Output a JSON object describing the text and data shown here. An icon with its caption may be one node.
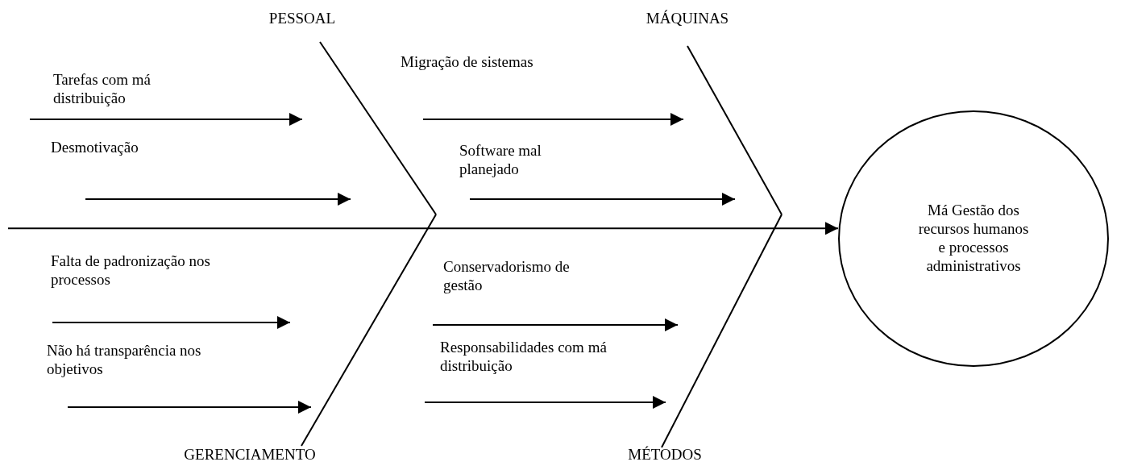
{
  "diagram": {
    "nodes": [
      {
        "text": [
          "PESSOAL"
        ]
      },
      {
        "text": [
          "MÁQUINAS"
        ]
      },
      {
        "text": [
          "Tarefas com má distribuição"
        ]
      },
      {
        "text": [
          "Migração de sistemas"
        ]
      },
      {
        "text": [
          "Desmotivação"
        ]
      },
      {
        "text": [
          "Software mal planejado"
        ]
      },
      {
        "text": [
          "Má Gestão dos recursos humanos e processos administrativos"
        ]
      },
      {
        "text": [
          "Falta de padronização nos processos"
        ]
      },
      {
        "text": [
          "Conservadorismo de gestão"
        ]
      },
      {
        "text": [
          "Não há transparência nos objetivos"
        ]
      },
      {
        "text": [
          "Responsabilidades com má distribuição"
        ]
      },
      {
        "text": [
          "GERENCIAMENTO"
        ]
      },
      {
        "text": [
          "MÉTODOS"
        ]
      }
    ],
    "edges": [
      {
        "from": null,
        "to": 6,
        "arrow": "to"
      },
      {
        "from": 0,
        "to": null,
        "arrow": "none"
      },
      {
        "from": 1,
        "to": null,
        "arrow": "none"
      },
      {
        "from": 11,
        "to": null,
        "arrow": "none"
      },
      {
        "from": 12,
        "to": null,
        "arrow": "none"
      },
      {
        "from": 2,
        "to": null,
        "arrow": "to"
      },
      {
        "from": 3,
        "to": null,
        "arrow": "to"
      },
      {
        "from": 4,
        "to": null,
        "arrow": "to"
      },
      {
        "from": 5,
        "to": null,
        "arrow": "to"
      },
      {
        "from": 7,
        "to": null,
        "arrow": "to"
      },
      {
        "from": 8,
        "to": null,
        "arrow": "to"
      },
      {
        "from": 9,
        "to": null,
        "arrow": "to"
      },
      {
        "from": 10,
        "to": null,
        "arrow": "to"
      }
    ]
  }
}
